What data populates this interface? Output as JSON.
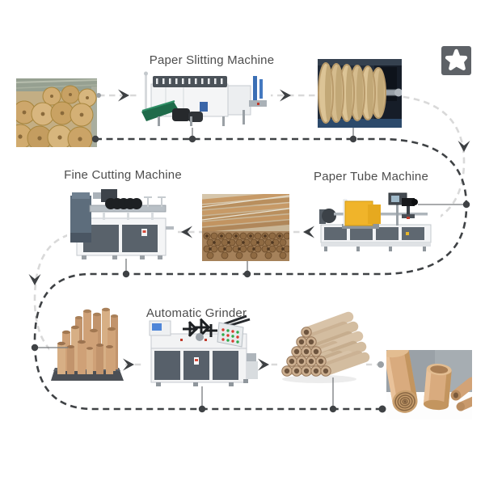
{
  "page": {
    "background": "#ffffff",
    "description": "Paper tube production process flow diagram"
  },
  "labels": {
    "slitting": "Paper Slitting Machine",
    "fine_cutting": "Fine Cutting Machine",
    "tube": "Paper Tube Machine",
    "grinder": "Automatic Grinder"
  },
  "flow": {
    "steps": [
      {
        "order": 1,
        "id": "raw-kraft-paper-rolls",
        "kind": "photo"
      },
      {
        "order": 2,
        "id": "paper-slitting-machine",
        "kind": "machine",
        "label": "Paper Slitting Machine"
      },
      {
        "order": 3,
        "id": "slitted-paper-rolls",
        "kind": "photo"
      },
      {
        "order": 4,
        "id": "paper-tube-machine",
        "kind": "machine",
        "label": "Paper Tube Machine"
      },
      {
        "order": 5,
        "id": "paper-tubes-bundle",
        "kind": "photo"
      },
      {
        "order": 6,
        "id": "fine-cutting-machine",
        "kind": "machine",
        "label": "Fine Cutting Machine"
      },
      {
        "order": 7,
        "id": "cut-tubes-standing",
        "kind": "photo"
      },
      {
        "order": 8,
        "id": "automatic-grinder",
        "kind": "machine",
        "label": "Automatic Grinder"
      },
      {
        "order": 9,
        "id": "stacked-paper-tubes",
        "kind": "photo"
      },
      {
        "order": 10,
        "id": "finished-paper-cores",
        "kind": "photo"
      }
    ]
  },
  "icons": {
    "favorite": "star-icon"
  },
  "colors": {
    "dark_line": "#3f4245",
    "light_line": "#d9d9d9",
    "stem_line": "#76797c",
    "arrowhead": "#3d4043",
    "label_text": "#4d4d4d",
    "star_button_bg": "#5e6267",
    "star_fill": "#ffffff"
  }
}
